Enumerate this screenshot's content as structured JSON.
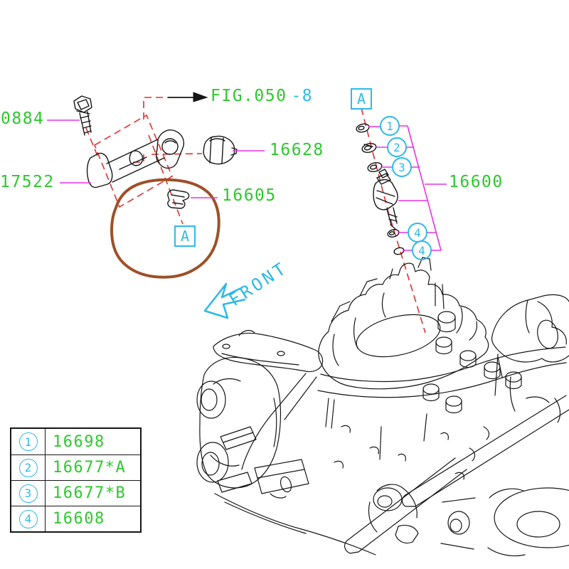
{
  "diagram": {
    "fig_ref": {
      "label": "FIG.050",
      "suffix": "-8"
    },
    "front_label": "FRONT",
    "detail_marker": "A",
    "labels": {
      "bolt": "0884",
      "pipe": "17522",
      "sensor": "16628",
      "clip": "16605",
      "injector_assy": "16600"
    },
    "callouts": [
      "1",
      "2",
      "3",
      "4",
      "4"
    ],
    "legend": {
      "rows": [
        {
          "num": "1",
          "part": "16698"
        },
        {
          "num": "2",
          "part": "16677*A"
        },
        {
          "num": "3",
          "part": "16677*B"
        },
        {
          "num": "4",
          "part": "16608"
        }
      ]
    },
    "colors": {
      "part_number_green": "#2dc82d",
      "marker_cyan": "#2eb9e7",
      "leader_magenta": "#e832e8",
      "centerline_red": "#e03030",
      "highlight_brown": "#9c5128",
      "line_black": "#161616"
    }
  }
}
